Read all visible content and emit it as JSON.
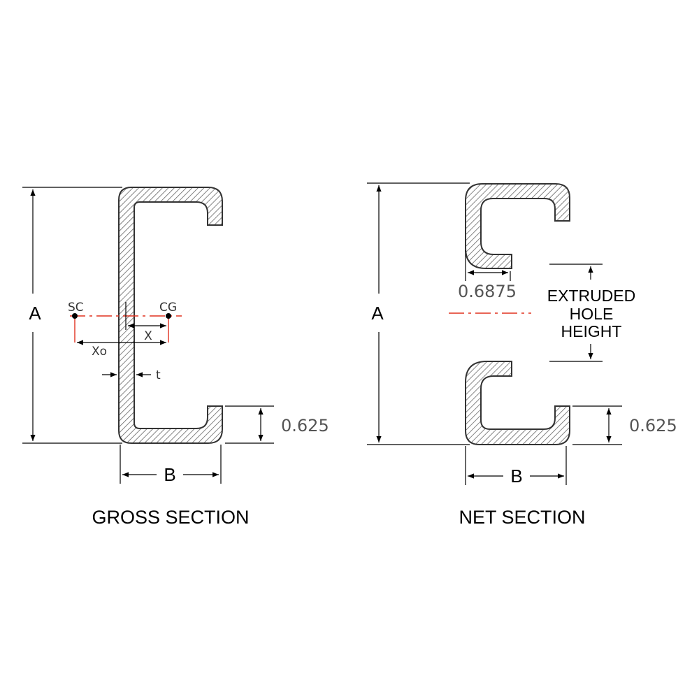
{
  "gross": {
    "caption": "GROSS SECTION",
    "label_a": "A",
    "label_b": "B",
    "label_lip": "0.625",
    "label_sc": "SC",
    "label_cg": "CG",
    "label_x": "X",
    "label_xo": "Xo",
    "label_t": "t"
  },
  "net": {
    "caption": "NET SECTION",
    "label_a": "A",
    "label_b": "B",
    "label_lip": "0.625",
    "label_flange": "0.6875",
    "hole_lines": [
      "EXTRUDED",
      "HOLE",
      "HEIGHT"
    ]
  },
  "colors": {
    "outline": "#333333",
    "hatch": "#666666",
    "centroid_line": "#e0301e",
    "dimension_text": "#555555"
  }
}
